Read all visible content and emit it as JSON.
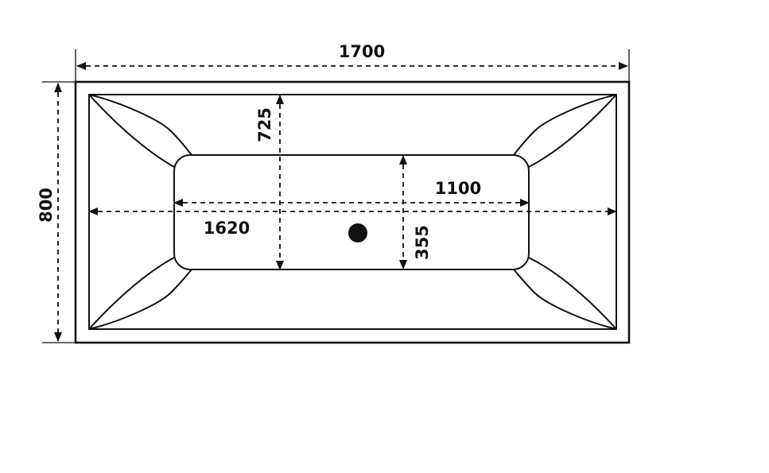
{
  "dimensions": {
    "overall_length": "1700",
    "overall_width": "800",
    "inner_length": "1620",
    "basin_length": "1100",
    "inner_width": "725",
    "basin_width": "355"
  },
  "colors": {
    "line": "#111111",
    "background": "#ffffff"
  }
}
